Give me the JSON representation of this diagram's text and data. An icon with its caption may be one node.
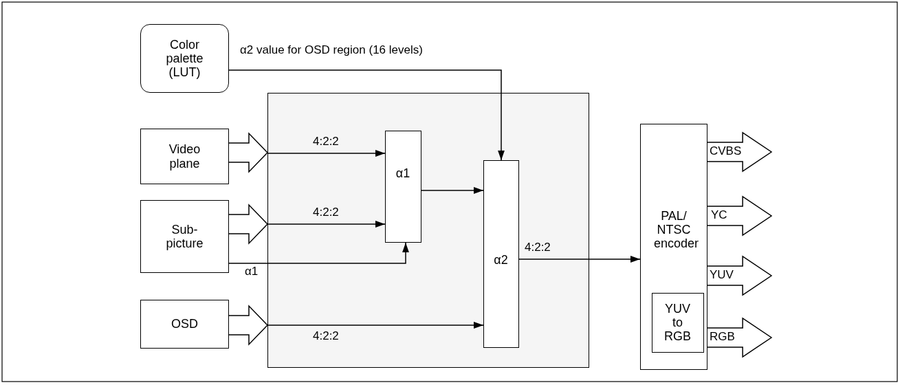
{
  "diagram": {
    "nodes": [
      {
        "text": [
          "Color palette (LUT)"
        ]
      },
      {
        "text": [
          "Video plane"
        ]
      },
      {
        "text": [
          "Sub-picture"
        ]
      },
      {
        "text": [
          "OSD"
        ]
      },
      {
        "text": [],
        "shape": "box"
      },
      {
        "text": [
          "α1"
        ],
        "in": 4
      },
      {
        "text": [
          "α2"
        ],
        "in": 4
      },
      {
        "text": [
          "PAL/ NTSC encoder"
        ]
      },
      {
        "text": [
          "YUV to RGB"
        ],
        "in": 7
      }
    ],
    "edges": [
      {
        "from": 1,
        "to": 4,
        "arrow": "to",
        "style": "thick"
      },
      {
        "from": 2,
        "to": 4,
        "arrow": "to",
        "style": "thick"
      },
      {
        "from": 3,
        "to": 4,
        "arrow": "to",
        "style": "thick"
      },
      {
        "from": null,
        "to": 5,
        "arrow": "to",
        "label": "4:2:2"
      },
      {
        "from": null,
        "to": 5,
        "arrow": "to",
        "label": "4:2:2"
      },
      {
        "from": 2,
        "to": 5,
        "arrow": "to",
        "label": "α1"
      },
      {
        "from": null,
        "to": 6,
        "arrow": "to",
        "label": "4:2:2"
      },
      {
        "from": 5,
        "to": 6,
        "arrow": "to"
      },
      {
        "from": 0,
        "to": 6,
        "arrow": "to",
        "label": "α2 value for OSD region (16 levels)"
      },
      {
        "from": 6,
        "to": 7,
        "arrow": "to",
        "label": "4:2:2"
      },
      {
        "from": 7,
        "to": null,
        "arrow": "to",
        "style": "thick",
        "label": "CVBS"
      },
      {
        "from": 7,
        "to": null,
        "arrow": "to",
        "style": "thick",
        "label": "YC"
      },
      {
        "from": 7,
        "to": null,
        "arrow": "to",
        "style": "thick",
        "label": "YUV"
      },
      {
        "from": 7,
        "to": null,
        "arrow": "to",
        "style": "thick",
        "label": "RGB"
      }
    ]
  }
}
